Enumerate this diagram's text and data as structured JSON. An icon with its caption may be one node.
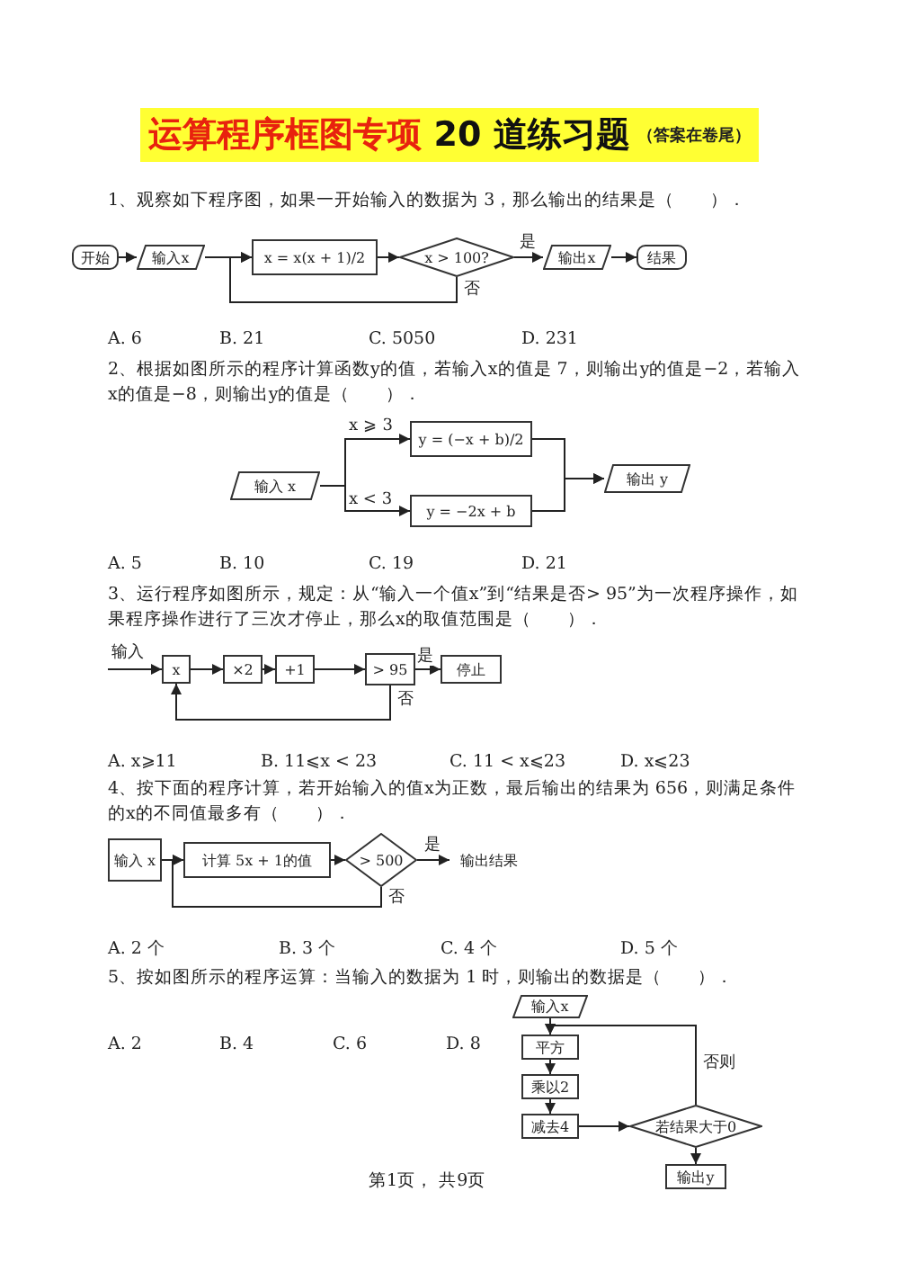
{
  "diagram": {
    "title": "运算程序框图专项 20 道练习题",
    "nodes": [
      {
        "text": [
          "开始"
        ]
      },
      {
        "text": [
          "输入x"
        ]
      },
      {
        "text": [
          "x = x(x + 1)/2"
        ]
      },
      {
        "text": [
          "x > 100?"
        ]
      },
      {
        "text": [
          "输出x"
        ]
      },
      {
        "text": [
          "结果"
        ]
      },
      {
        "text": [
          "输入 x"
        ]
      },
      {
        "text": [
          "y = (−x + b)/2"
        ]
      },
      {
        "text": [
          "y = −2x + b"
        ]
      },
      {
        "text": [
          "输出 y"
        ]
      },
      {
        "text": [
          "x"
        ]
      },
      {
        "text": [
          "×2"
        ]
      },
      {
        "text": [
          "+1"
        ]
      },
      {
        "text": [
          "> 95"
        ]
      },
      {
        "text": [
          "停止"
        ]
      },
      {
        "text": [
          "输入 x"
        ]
      },
      {
        "text": [
          "计算 5x + 1的值"
        ]
      },
      {
        "text": [
          "> 500"
        ]
      },
      {
        "text": [
          "输出结果"
        ]
      },
      {
        "text": [
          "输入x"
        ]
      },
      {
        "text": [
          "平方"
        ]
      },
      {
        "text": [
          "乘以2"
        ]
      },
      {
        "text": [
          "减去4"
        ]
      },
      {
        "text": [
          "若结果大于0"
        ]
      },
      {
        "text": [
          "输出y"
        ]
      }
    ],
    "edges": [
      {
        "from": 0,
        "to": 1,
        "arrow": "to"
      },
      {
        "from": 1,
        "to": 2,
        "arrow": "to"
      },
      {
        "from": 2,
        "to": 3,
        "arrow": "to"
      },
      {
        "from": 3,
        "to": 4,
        "arrow": "to",
        "label": "是"
      },
      {
        "from": 4,
        "to": 5,
        "arrow": "to"
      },
      {
        "from": 3,
        "to": 2,
        "arrow": "to",
        "label": "否"
      },
      {
        "from": 6,
        "to": 7,
        "arrow": "to",
        "label": "x ⩾ 3"
      },
      {
        "from": 6,
        "to": 8,
        "arrow": "to",
        "label": "x < 3"
      },
      {
        "from": 7,
        "to": 9,
        "arrow": "to"
      },
      {
        "from": 8,
        "to": 9,
        "arrow": "to"
      },
      {
        "from": null,
        "to": 10,
        "arrow": "to",
        "label": "输入"
      },
      {
        "from": 10,
        "to": 11,
        "arrow": "to"
      },
      {
        "from": 11,
        "to": 12,
        "arrow": "to"
      },
      {
        "from": 12,
        "to": 13,
        "arrow": "to"
      },
      {
        "from": 13,
        "to": 14,
        "arrow": "to",
        "label": "是"
      },
      {
        "from": 13,
        "to": 10,
        "arrow": "to",
        "label": "否"
      },
      {
        "from": 15,
        "to": 16,
        "arrow": "to"
      },
      {
        "from": 16,
        "to": 17,
        "arrow": "to"
      },
      {
        "from": 17,
        "to": 18,
        "arrow": "to",
        "label": "是"
      },
      {
        "from": 17,
        "to": 16,
        "arrow": "to",
        "label": "否"
      },
      {
        "from": 19,
        "to": 20,
        "arrow": "to"
      },
      {
        "from": 20,
        "to": 21,
        "arrow": "to"
      },
      {
        "from": 21,
        "to": 22,
        "arrow": "to"
      },
      {
        "from": 22,
        "to": 23,
        "arrow": "to"
      },
      {
        "from": 23,
        "to": 24,
        "arrow": "to"
      },
      {
        "from": 23,
        "to": 20,
        "arrow": "to",
        "label": "否则"
      }
    ],
    "labels": [
      "（答案在卷尾）",
      "1、观察如下程序图，如果一开始输入的数据为 3，那么输出的结果是（　　）．",
      "A. 6",
      "B. 21",
      "C. 5050",
      "D. 231",
      "2、根据如图所示的程序计算函数y的值，若输入x的值是 7，则输出y的值是−2，若输入x的值是−8，则输出y的值是（　　）．",
      "A. 5",
      "B. 10",
      "C. 19",
      "D. 21",
      "3、运行程序如图所示，规定：从“输入一个值x”到“结果是否> 95”为一次程序操作，如果程序操作进行了三次才停止，那么x的取值范围是（　　）．",
      "A. x⩾11",
      "B. 11⩽x < 23",
      "C. 11 < x⩽23",
      "D. x⩽23",
      "4、按下面的程序计算，若开始输入的值x为正数，最后输出的结果为 656，则满足条件的x的不同值最多有（　　）．",
      "A. 2 个",
      "B. 3 个",
      "C. 4 个",
      "D. 5 个",
      "5、按如图所示的程序运算：当输入的数据为 1 时，则输出的数据是（　　）．",
      "A. 2",
      "B. 4",
      "C. 6",
      "D. 8",
      "第1页， 共9页"
    ]
  }
}
